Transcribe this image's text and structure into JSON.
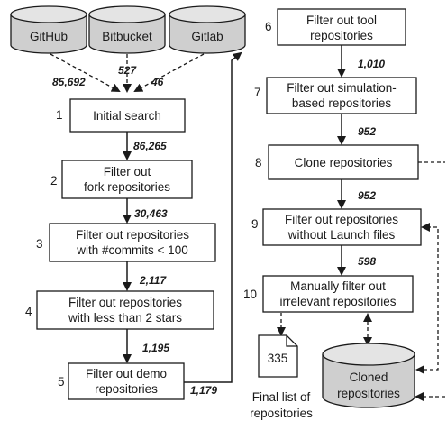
{
  "sources": [
    {
      "id": "github",
      "label": "GitHub",
      "count": "85,692"
    },
    {
      "id": "bitbucket",
      "label": "Bitbucket",
      "count": "527"
    },
    {
      "id": "gitlab",
      "label": "Gitlab",
      "count": "46"
    }
  ],
  "steps": [
    {
      "num": "1",
      "lines": [
        "Initial search"
      ],
      "out": "86,265"
    },
    {
      "num": "2",
      "lines": [
        "Filter out",
        "fork repositories"
      ],
      "out": "30,463"
    },
    {
      "num": "3",
      "lines": [
        "Filter out repositories",
        "with #commits < 100"
      ],
      "out": "2,117"
    },
    {
      "num": "4",
      "lines": [
        "Filter out repositories",
        "with less than 2 stars"
      ],
      "out": "1,195"
    },
    {
      "num": "5",
      "lines": [
        "Filter out demo",
        "repositories"
      ],
      "out": "1,179"
    },
    {
      "num": "6",
      "lines": [
        "Filter out tool",
        "repositories"
      ],
      "out": "1,010"
    },
    {
      "num": "7",
      "lines": [
        "Filter out simulation-",
        "based repositories"
      ],
      "out": "952"
    },
    {
      "num": "8",
      "lines": [
        "Clone repositories"
      ],
      "out": "952"
    },
    {
      "num": "9",
      "lines": [
        "Filter out repositories",
        "without Launch files"
      ],
      "out": "598"
    },
    {
      "num": "10",
      "lines": [
        "Manually filter out",
        "irrelevant repositories"
      ],
      "out": ""
    }
  ],
  "final_list": {
    "count": "335",
    "caption": [
      "Final list of",
      "repositories"
    ]
  },
  "cloned_db": {
    "lines": [
      "Cloned",
      "repositories"
    ]
  },
  "colors": {
    "cylinder_fill": "#cfcfcf",
    "cylinder_top": "#e4e4e4",
    "stroke": "#1a1a1a",
    "background": "#ffffff"
  }
}
